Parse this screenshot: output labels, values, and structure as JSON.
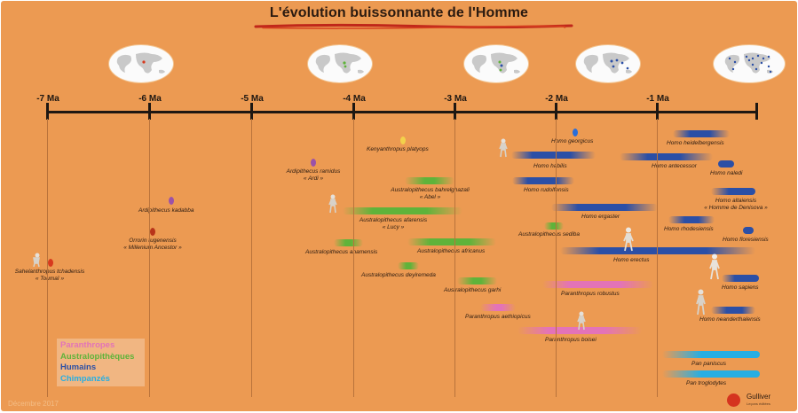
{
  "title": "L'évolution buissonnante de l'Homme",
  "axis": {
    "ticks": [
      "-7 Ma",
      "-6 Ma",
      "-5 Ma",
      "-4 Ma",
      "-3 Ma",
      "-2 Ma",
      "-1 Ma"
    ]
  },
  "legend": {
    "items": [
      {
        "label": "Paranthropes",
        "color": "#e373b8"
      },
      {
        "label": "Australopithèques",
        "color": "#5fb33a"
      },
      {
        "label": "Humains",
        "color": "#2b4fa6"
      },
      {
        "label": "Chimpanzés",
        "color": "#27aee3"
      }
    ]
  },
  "footnote": "Décembre 2017",
  "logo": {
    "name": "Gulliver",
    "tagline": "Leçons éditées"
  },
  "species": {
    "sahel_1": "Sahelanthropus tchadensis",
    "sahel_2": "« Toumaï »",
    "orrorin_1": "Orrorin tugenensis",
    "orrorin_2": "« Millenium Ancestor »",
    "kadabba": "Ardipithecus kadabba",
    "ramidus_1": "Ardipithecus ramidus",
    "ramidus_2": "« Ardi »",
    "kenyanthropus": "Kenyanthropus platyops",
    "bahr_1": "Australopithecus bahrelghazali",
    "bahr_2": "« Abel »",
    "afarensis_1": "Australopithecus afarensis",
    "afarensis_2": "« Lucy »",
    "anamensis": "Australopithecus anamensis",
    "africanus": "Australopithecus africanus",
    "deyiremeda": "Australopithecus deyiremeda",
    "garhi": "Australopithecus garhi",
    "sediba": "Australopithecus sediba",
    "aethiopicus": "Paranthropus aethiopicus",
    "robustus": "Paranthropus robustus",
    "boisei": "Paranthropus boisei",
    "georgicus": "Homo georgicus",
    "habilis": "Homo habilis",
    "rudolfensis": "Homo rudolfensis",
    "ergaster": "Homo ergaster",
    "erectus": "Homo erectus",
    "heidelbergensis": "Homo heidelbergensis",
    "antecessor": "Homo antecessor",
    "naledi": "Homo naledi",
    "altaiensis_1": "Homo altaiensis",
    "altaiensis_2": "« Homme de Denisova »",
    "rhodesiensis": "Homo rhodesiensis",
    "floresiensis": "Homo floresiensis",
    "sapiens": "Homo sapiens",
    "neanderthalensis": "Homo neanderthalensis",
    "paniscus": "Pan paniscus",
    "troglodytes": "Pan troglodytes"
  }
}
